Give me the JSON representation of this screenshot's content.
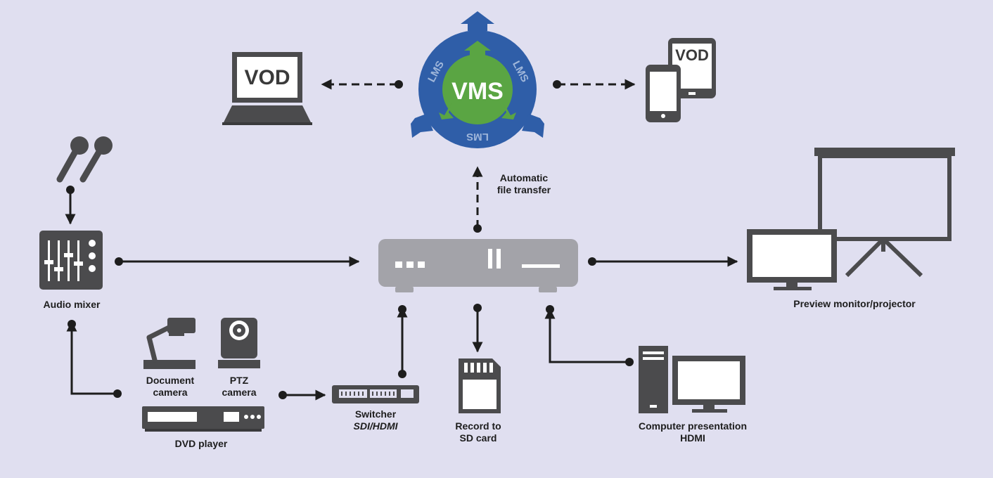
{
  "colors": {
    "background": "#e0dff0",
    "device_gray": "#4b4b4d",
    "recorder_gray": "#a3a3a9",
    "vms_blue": "#2f5ea8",
    "vms_green": "#5aa543",
    "arrow": "#1d1d1d"
  },
  "vms": {
    "center_label": "VMS",
    "ring_labels": [
      "LMS",
      "LMS",
      "LMS"
    ]
  },
  "screens": {
    "laptop_label": "VOD",
    "tablet_label": "VOD"
  },
  "labels": {
    "transfer_line1": "Automatic",
    "transfer_line2": "file transfer",
    "audio_mixer": "Audio mixer",
    "preview": "Preview monitor/projector",
    "document_camera_line1": "Document",
    "document_camera_line2": "camera",
    "ptz_camera_line1": "PTZ",
    "ptz_camera_line2": "camera",
    "dvd_player": "DVD player",
    "switcher_line1": "Switcher",
    "switcher_line2": "SDI/HDMI",
    "record_line1": "Record to",
    "record_line2": "SD card",
    "computer_line1": "Computer presentation",
    "computer_line2": "HDMI"
  }
}
